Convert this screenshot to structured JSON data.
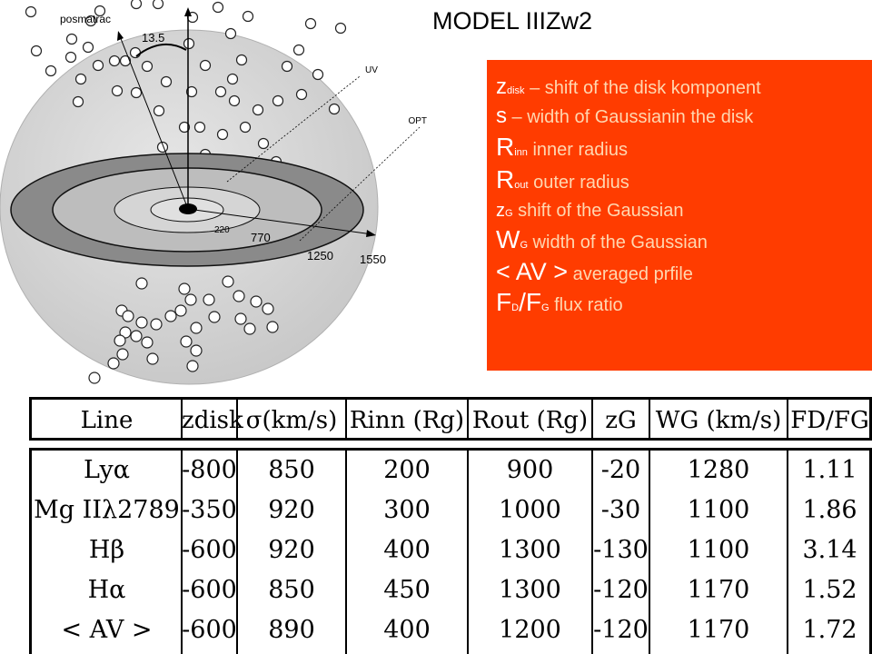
{
  "title": "MODEL IIIZw2",
  "diagram": {
    "label_posmatrac": "posmatrac",
    "label_angle": "13.5",
    "label_uv": "UV",
    "label_opt": "OPT",
    "radius_labels": [
      "220",
      "770",
      "1250",
      "1550"
    ]
  },
  "legend": [
    {
      "sym": "z",
      "sub": "disk",
      "text": " – shift of the disk komponent"
    },
    {
      "sym": "s",
      "sub": "",
      "text": " – width of Gaussianin the disk"
    },
    {
      "sym": "R",
      "sub": "inn",
      "text": " inner radius"
    },
    {
      "sym": "R",
      "sub": "out",
      "text": " outer radius"
    },
    {
      "sym": "z",
      "sub": "G",
      "text": " shift of the Gaussian"
    },
    {
      "sym": "W",
      "sub": "G",
      "text": " width of the Gaussian"
    },
    {
      "sym": "< AV >",
      "sub": "",
      "text": " averaged prfile"
    },
    {
      "sym": "F",
      "sub": "D",
      "sym2": "/F",
      "sub2": "G",
      "text": " flux ratio"
    }
  ],
  "table": {
    "headers": [
      "Line",
      "zdisk",
      "σ(km/s)",
      "Rinn (Rg)",
      "Rout (Rg)",
      "zG",
      "WG (km/s)",
      "FD/FG"
    ],
    "rows": [
      [
        "Lyα",
        "-800",
        "850",
        "200",
        "900",
        "-20",
        "1280",
        "1.11"
      ],
      [
        "Mg IIλ2789",
        "-350",
        "920",
        "300",
        "1000",
        "-30",
        "1100",
        "1.86"
      ],
      [
        "Hβ",
        "-600",
        "920",
        "400",
        "1300",
        "-130",
        "1100",
        "3.14"
      ],
      [
        "Hα",
        "-600",
        "850",
        "450",
        "1300",
        "-120",
        "1170",
        "1.52"
      ],
      [
        "< AV >",
        "-600",
        "890",
        "400",
        "1200",
        "-120",
        "1170",
        "1.72"
      ]
    ]
  }
}
